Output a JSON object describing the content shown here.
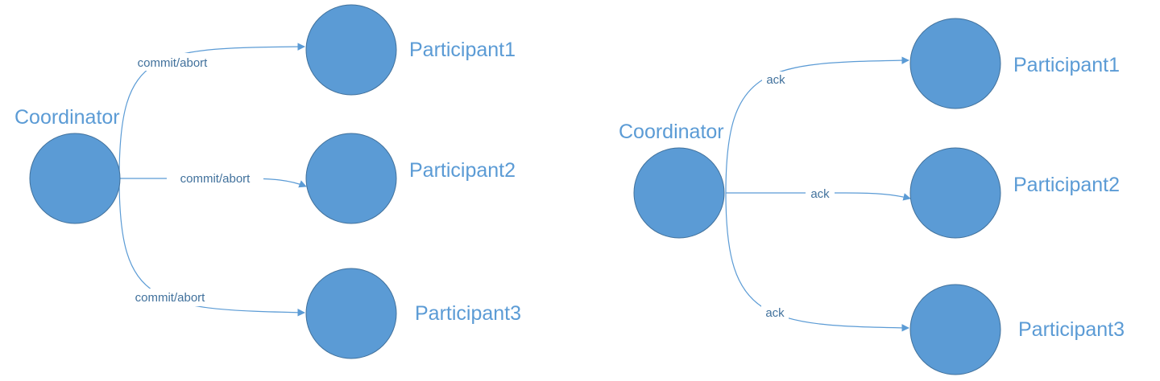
{
  "colors": {
    "node_fill": "#5b9bd5",
    "node_stroke": "#41719c",
    "edge": "#5b9bd5",
    "label_text": "#5b9bd5",
    "edge_label_text": "#41719c",
    "background": "#ffffff"
  },
  "left_diagram": {
    "coordinator": {
      "label": "Coordinator"
    },
    "participants": [
      {
        "label": "Participant1",
        "edge_label": "commit/abort"
      },
      {
        "label": "Participant2",
        "edge_label": "commit/abort"
      },
      {
        "label": "Participant3",
        "edge_label": "commit/abort"
      }
    ]
  },
  "right_diagram": {
    "coordinator": {
      "label": "Coordinator"
    },
    "participants": [
      {
        "label": "Participant1",
        "edge_label": "ack"
      },
      {
        "label": "Participant2",
        "edge_label": "ack"
      },
      {
        "label": "Participant3",
        "edge_label": "ack"
      }
    ]
  }
}
